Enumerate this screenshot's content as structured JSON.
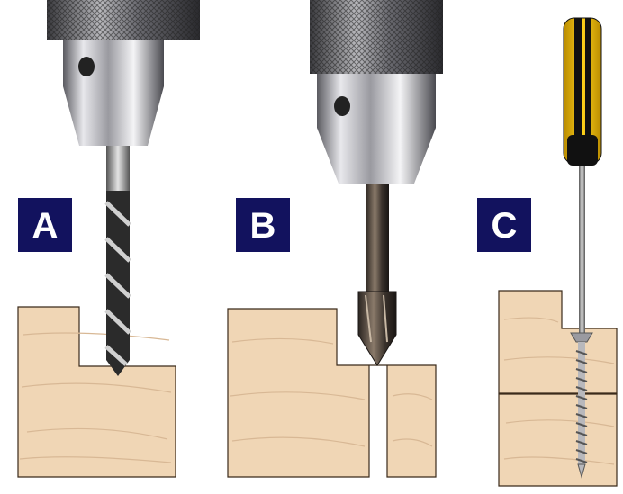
{
  "panels": [
    {
      "label": "A",
      "tool": "drill-bit",
      "step": "pilot-hole"
    },
    {
      "label": "B",
      "tool": "countersink-bit",
      "step": "countersink"
    },
    {
      "label": "C",
      "tool": "screwdriver",
      "step": "drive-screw"
    }
  ],
  "colors": {
    "label_bg": "#12125e",
    "label_text": "#ffffff",
    "wood": "#f0d6b5",
    "wood_grain": "#d8b895",
    "wood_outline": "#3a2a1a",
    "chrome": "#c8c8cc",
    "chrome_dark": "#4a4a50",
    "drill_bit": "#2b2b2b",
    "handle_yellow": "#f5c400",
    "handle_black": "#111111"
  }
}
